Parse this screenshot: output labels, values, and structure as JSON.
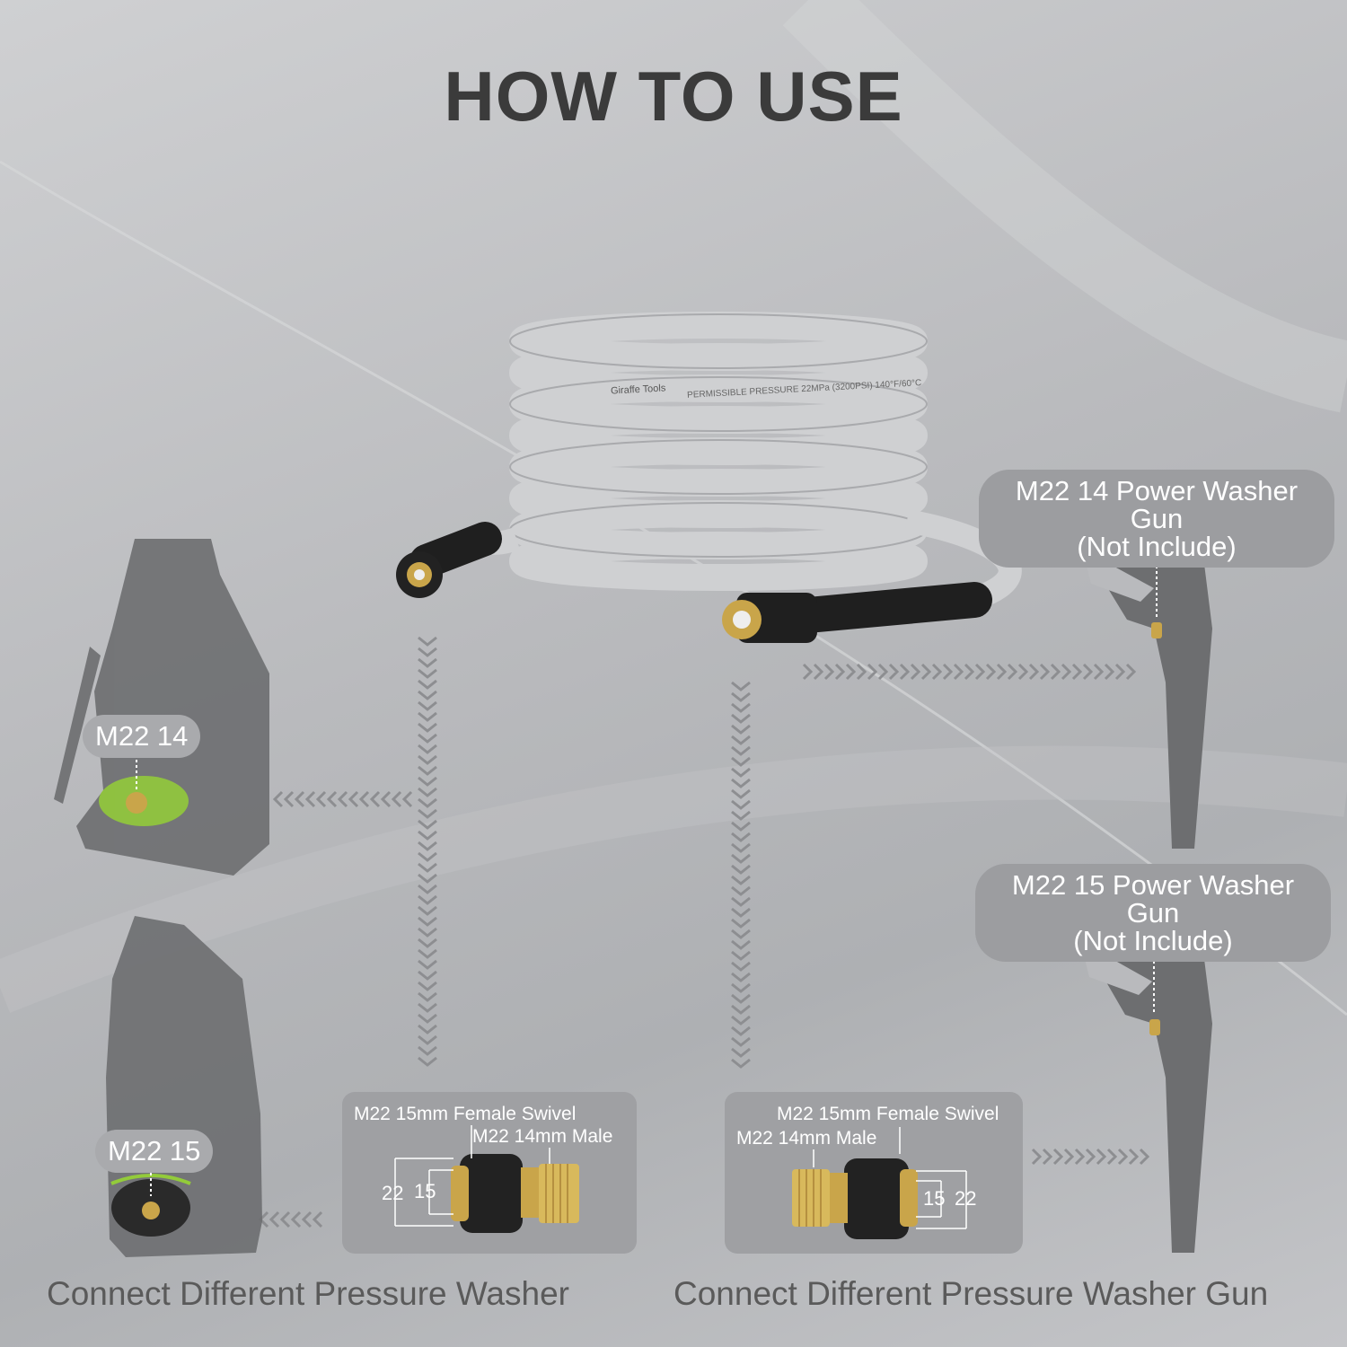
{
  "title": "HOW TO USE",
  "gun_top": {
    "line1": "M22 14 Power Washer Gun",
    "line2": "(Not Include)"
  },
  "gun_bottom": {
    "line1": "M22 15 Power Washer Gun",
    "line2": "(Not Include)"
  },
  "washer_top_label": "M22 14",
  "washer_bottom_label": "M22 15",
  "adapter_left": {
    "female": "M22 15mm Female Swivel",
    "male": "M22 14mm Male",
    "dim_outer": "22",
    "dim_inner": "15"
  },
  "adapter_right": {
    "female": "M22 15mm Female Swivel",
    "male": "M22 14mm Male",
    "dim_inner": "15",
    "dim_outer": "22"
  },
  "hose_print": {
    "brand": "Giraffe Tools",
    "text": "PERMISSIBLE PRESSURE 22MPa (3200PSI) 140°F/60°C"
  },
  "caption_left": "Connect Different Pressure Washer",
  "caption_right": "Connect Different Pressure Washer Gun",
  "colors": {
    "title": "#3b3b3b",
    "accent_green": "#9be12a",
    "brass": "#c9a54a",
    "silhouette": "#6d6e70"
  },
  "icons": [
    "hose-coil-icon",
    "pressure-washer-icon",
    "spray-gun-icon",
    "adapter-icon",
    "chevron-arrow-icon"
  ]
}
